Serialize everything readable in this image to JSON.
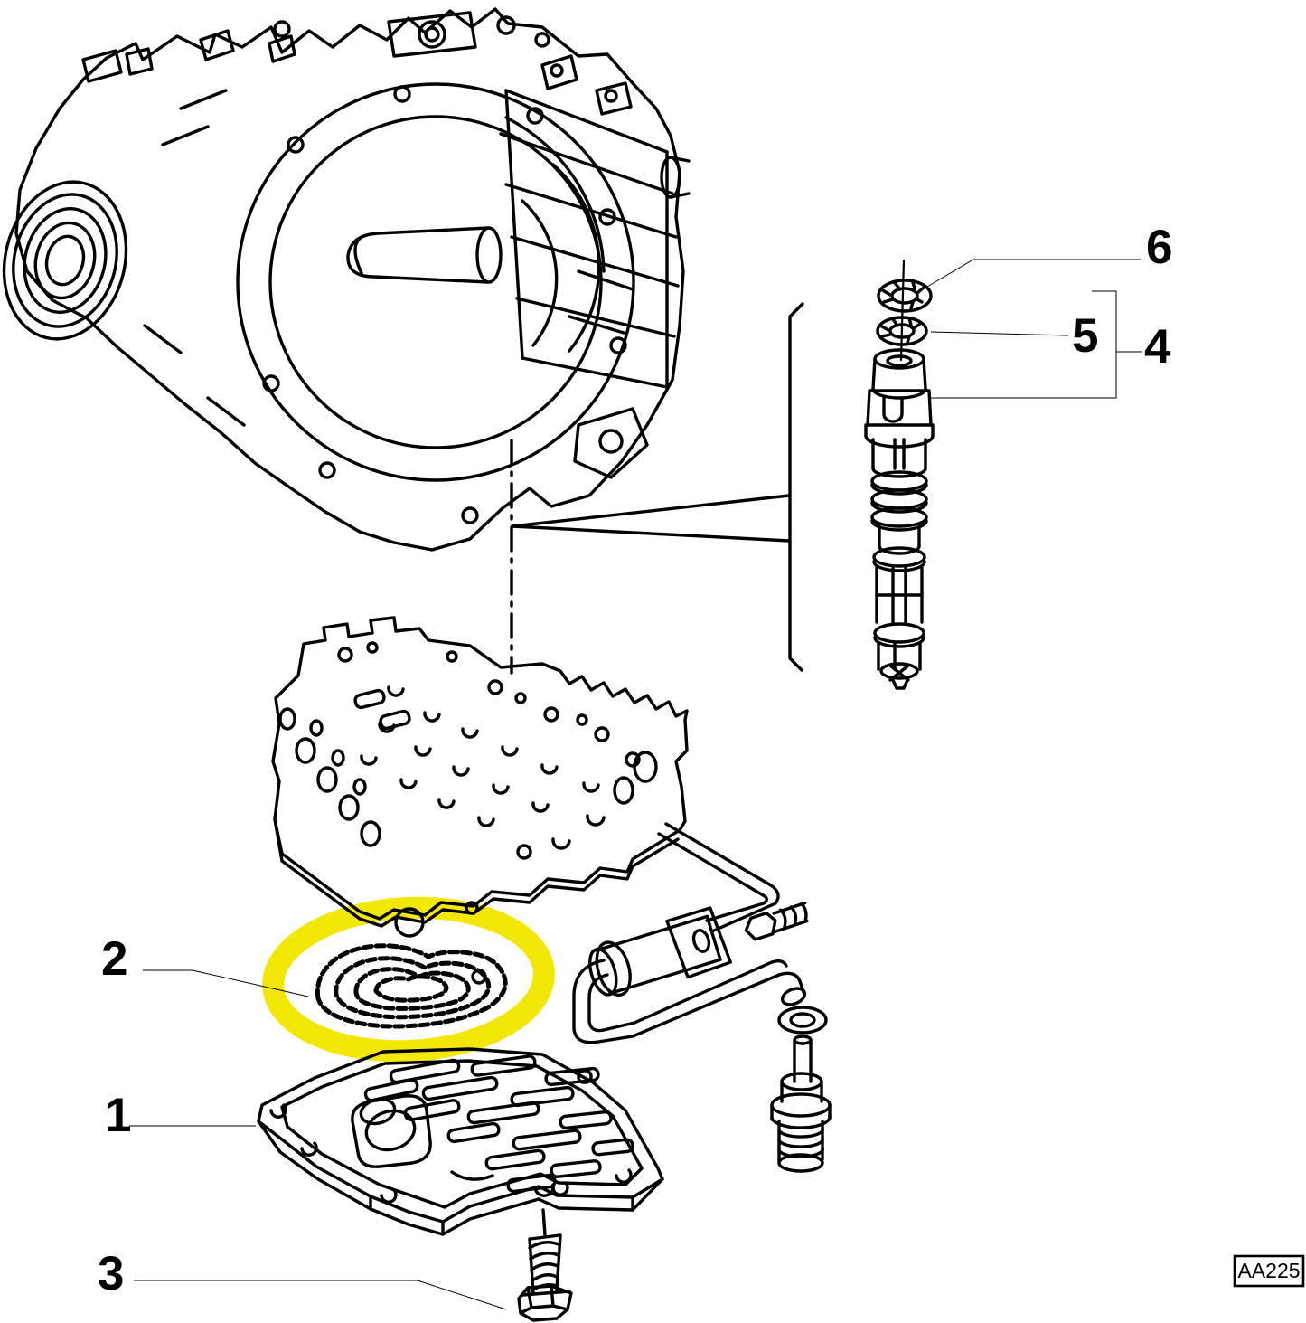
{
  "figure": {
    "type": "exploded-parts-diagram",
    "subject": "gearbox valve body, oil filter plate, gasket and solenoid valve stack",
    "drawing_code": "AA225"
  },
  "colors": {
    "line": "#000000",
    "background": "#ffffff",
    "highlight": "#F2E705"
  },
  "callouts": [
    {
      "label": "1",
      "part": "oil-filter-plate"
    },
    {
      "label": "2",
      "part": "gasket-highlighted"
    },
    {
      "label": "3",
      "part": "hex-flange-bolt"
    },
    {
      "label": "4",
      "part": "solenoid-valve-assembly"
    },
    {
      "label": "5",
      "part": "washer-lower"
    },
    {
      "label": "6",
      "part": "washer-upper"
    }
  ],
  "badge": {
    "code": "AA225"
  }
}
